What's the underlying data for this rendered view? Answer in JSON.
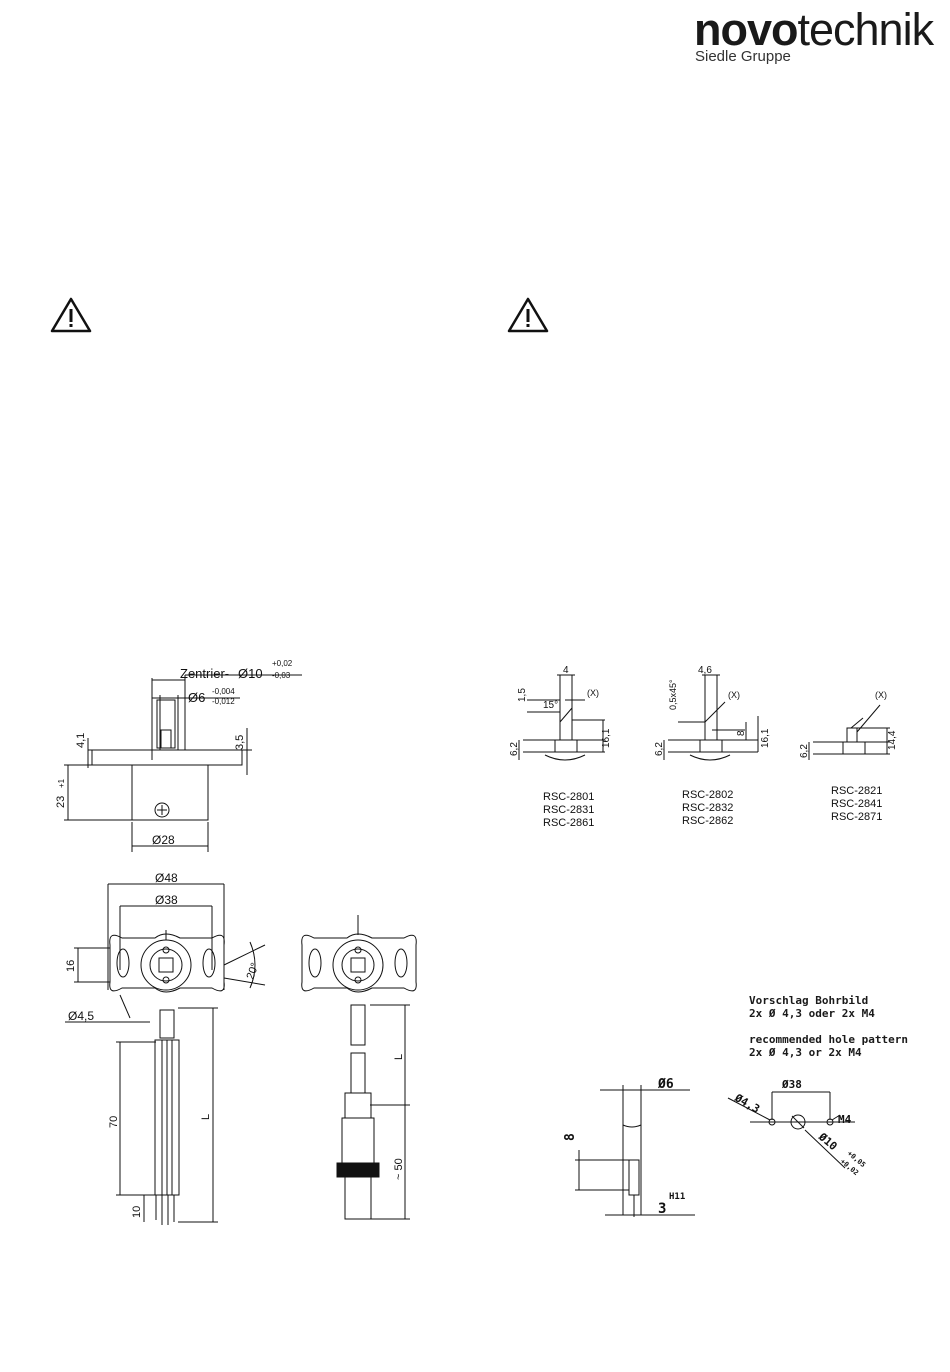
{
  "brand": {
    "name_bold": "novo",
    "name_light": "technik",
    "subtitle": "Siedle Gruppe"
  },
  "drawing_main": {
    "zentrier_label": "Zentrier-",
    "zentrier_dim": "Ø10",
    "zentrier_tol_upper": "+0,02",
    "zentrier_tol_lower": "-0,03",
    "shaft_dim": "Ø6",
    "shaft_tol_upper": "-0,004",
    "shaft_tol_lower": "-0,012",
    "dim_4_1": "4,1",
    "dim_3_5": "3,5",
    "dim_23": "23",
    "dim_23_tol": "+1",
    "dim_28": "Ø28"
  },
  "drawing_top": {
    "dim_48": "Ø48",
    "dim_38": "Ø38",
    "dim_16": "16",
    "dim_20": "20°",
    "dim_4_5": "Ø4,5",
    "dim_70": "70",
    "dim_L": "L",
    "dim_10": "10"
  },
  "drawing_connector": {
    "dim_L": "L",
    "dim_50": "~ 50"
  },
  "variants": [
    {
      "models": [
        "RSC-2801",
        "RSC-2831",
        "RSC-2861"
      ],
      "dims": [
        "4",
        "1,5",
        "15°",
        "(X)",
        "6,2",
        "16,1"
      ]
    },
    {
      "models": [
        "RSC-2802",
        "RSC-2832",
        "RSC-2862"
      ],
      "dims": [
        "4,6",
        "0,5x45°",
        "(X)",
        "8",
        "6,2",
        "16,1"
      ]
    },
    {
      "models": [
        "RSC-2821",
        "RSC-2841",
        "RSC-2871"
      ],
      "dims": [
        "(X)",
        "6,2",
        "14,4"
      ]
    }
  ],
  "hole_pattern": {
    "title_de": "Vorschlag Bohrbild",
    "line_de": "2x Ø 4,3 oder 2x M4",
    "title_en": "recommended hole pattern",
    "line_en": "2x Ø 4,3 or 2x M4",
    "dim_6": "Ø6",
    "dim_8": "8",
    "dim_3": "3",
    "dim_h11": "H11",
    "dim_38": "Ø38",
    "dim_4_3": "Ø4,3",
    "dim_m4": "M4",
    "dim_10": "Ø10",
    "dim_10_tol_upper": "+0,05",
    "dim_10_tol_lower": "+0,02"
  }
}
